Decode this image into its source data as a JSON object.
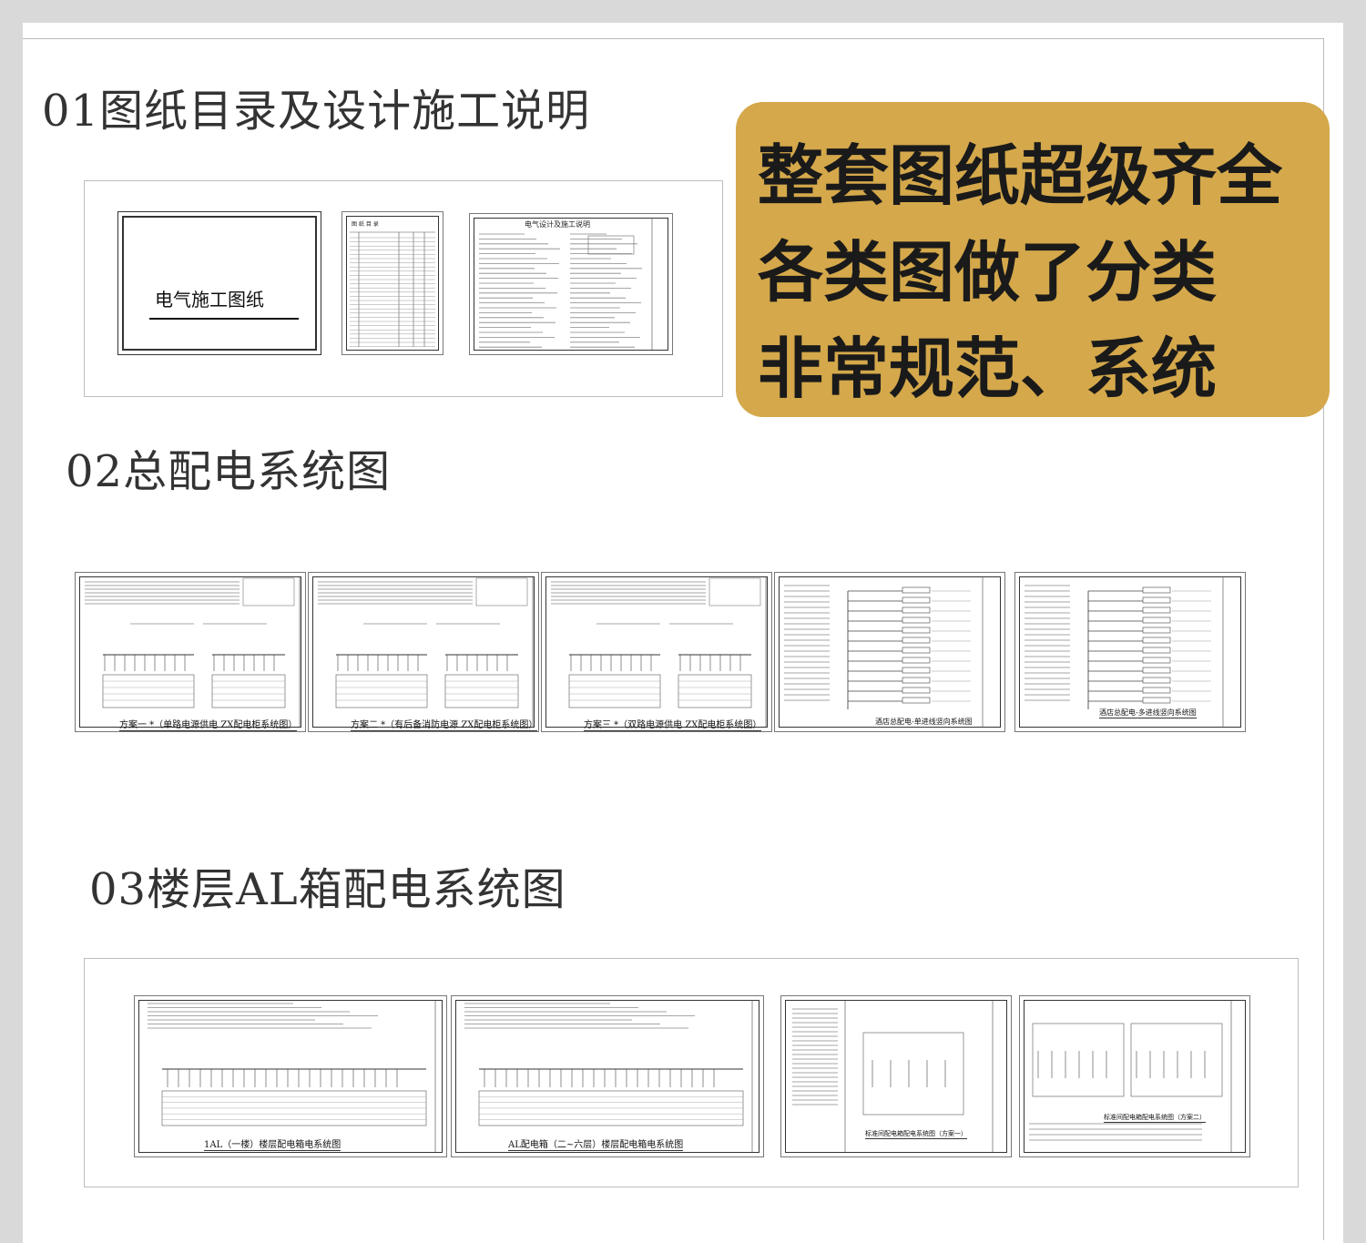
{
  "sections": [
    {
      "heading": "01图纸目录及设计施工说明"
    },
    {
      "heading": "02总配电系统图"
    },
    {
      "heading": "03楼层AL箱配电系统图"
    }
  ],
  "callout": {
    "lines": [
      "整套图纸超级齐全",
      "各类图做了分类",
      "非常规范、系统"
    ],
    "color": "#d4a84b"
  },
  "section1": {
    "cover_title": "电气施工图纸",
    "index_title": "图 纸 目 录",
    "notes_title": "电气设计及施工说明"
  },
  "section2": {
    "captions": [
      "方案一 *（单路电源供电 ZX配电柜系统图）",
      "方案二 *（有后备消防电源 ZX配电柜系统图）",
      "方案三 *（双路电源供电 ZX配电柜系统图）",
      "酒店总配电-单进线竖向系统图",
      "酒店总配电-多进线竖向系统图"
    ]
  },
  "section3": {
    "captions": [
      "1AL（一楼）楼层配电箱电系统图",
      "AL配电箱（二~六层）楼层配电箱电系统图",
      "标准间配电箱配电系统图（方案一）",
      "标准间配电箱配电系统图（方案二）"
    ]
  }
}
